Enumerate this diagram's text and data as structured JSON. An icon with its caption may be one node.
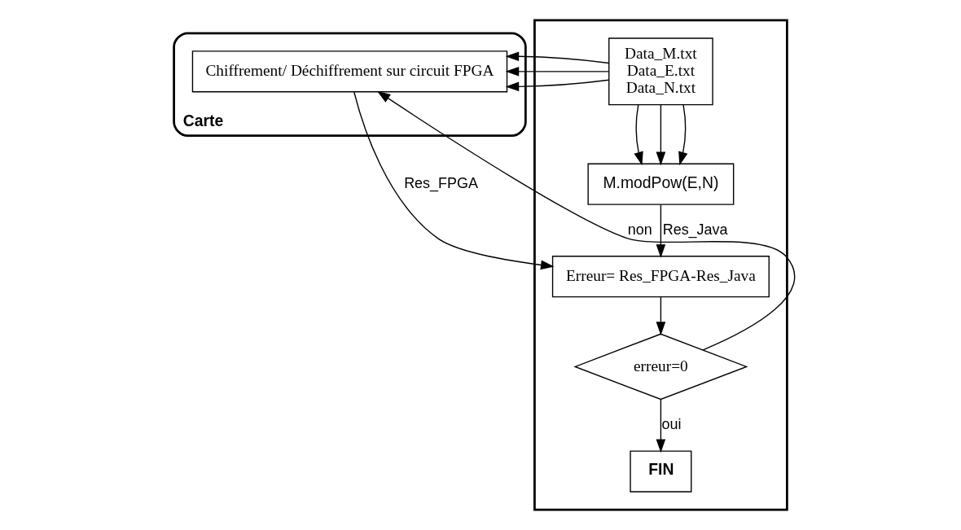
{
  "diagram": {
    "nodes": [
      {
        "text": [
          "Carte"
        ]
      },
      {
        "text": [
          "Chiffrement/ Déchiffrement sur circuit FPGA"
        ],
        "in": 0
      },
      {
        "text": [],
        "shape": "box"
      },
      {
        "text": [
          "Data_M.txt",
          "Data_E.txt",
          "Data_N.txt"
        ],
        "in": 2
      },
      {
        "text": [
          "M.modPow(E,N)"
        ],
        "in": 2
      },
      {
        "text": [
          "Erreur= Res_FPGA-Res_Java"
        ],
        "in": 2
      },
      {
        "text": [
          "erreur=0"
        ],
        "in": 2
      },
      {
        "text": [
          "FIN"
        ],
        "in": 2
      }
    ],
    "edges": [
      {
        "from": 3,
        "to": 1,
        "arrow": "to"
      },
      {
        "from": 3,
        "to": 1,
        "arrow": "to"
      },
      {
        "from": 3,
        "to": 1,
        "arrow": "to"
      },
      {
        "from": 6,
        "to": 1,
        "arrow": "to",
        "label": "non"
      },
      {
        "from": 3,
        "to": 4,
        "arrow": "to"
      },
      {
        "from": 3,
        "to": 4,
        "arrow": "to"
      },
      {
        "from": 3,
        "to": 4,
        "arrow": "to"
      },
      {
        "from": 1,
        "to": 5,
        "arrow": "to",
        "label": "Res_FPGA"
      },
      {
        "from": 4,
        "to": 5,
        "arrow": "to",
        "label": "Res_Java"
      },
      {
        "from": 5,
        "to": 6,
        "arrow": "to"
      },
      {
        "from": 6,
        "to": 7,
        "arrow": "to",
        "label": "oui"
      }
    ]
  }
}
